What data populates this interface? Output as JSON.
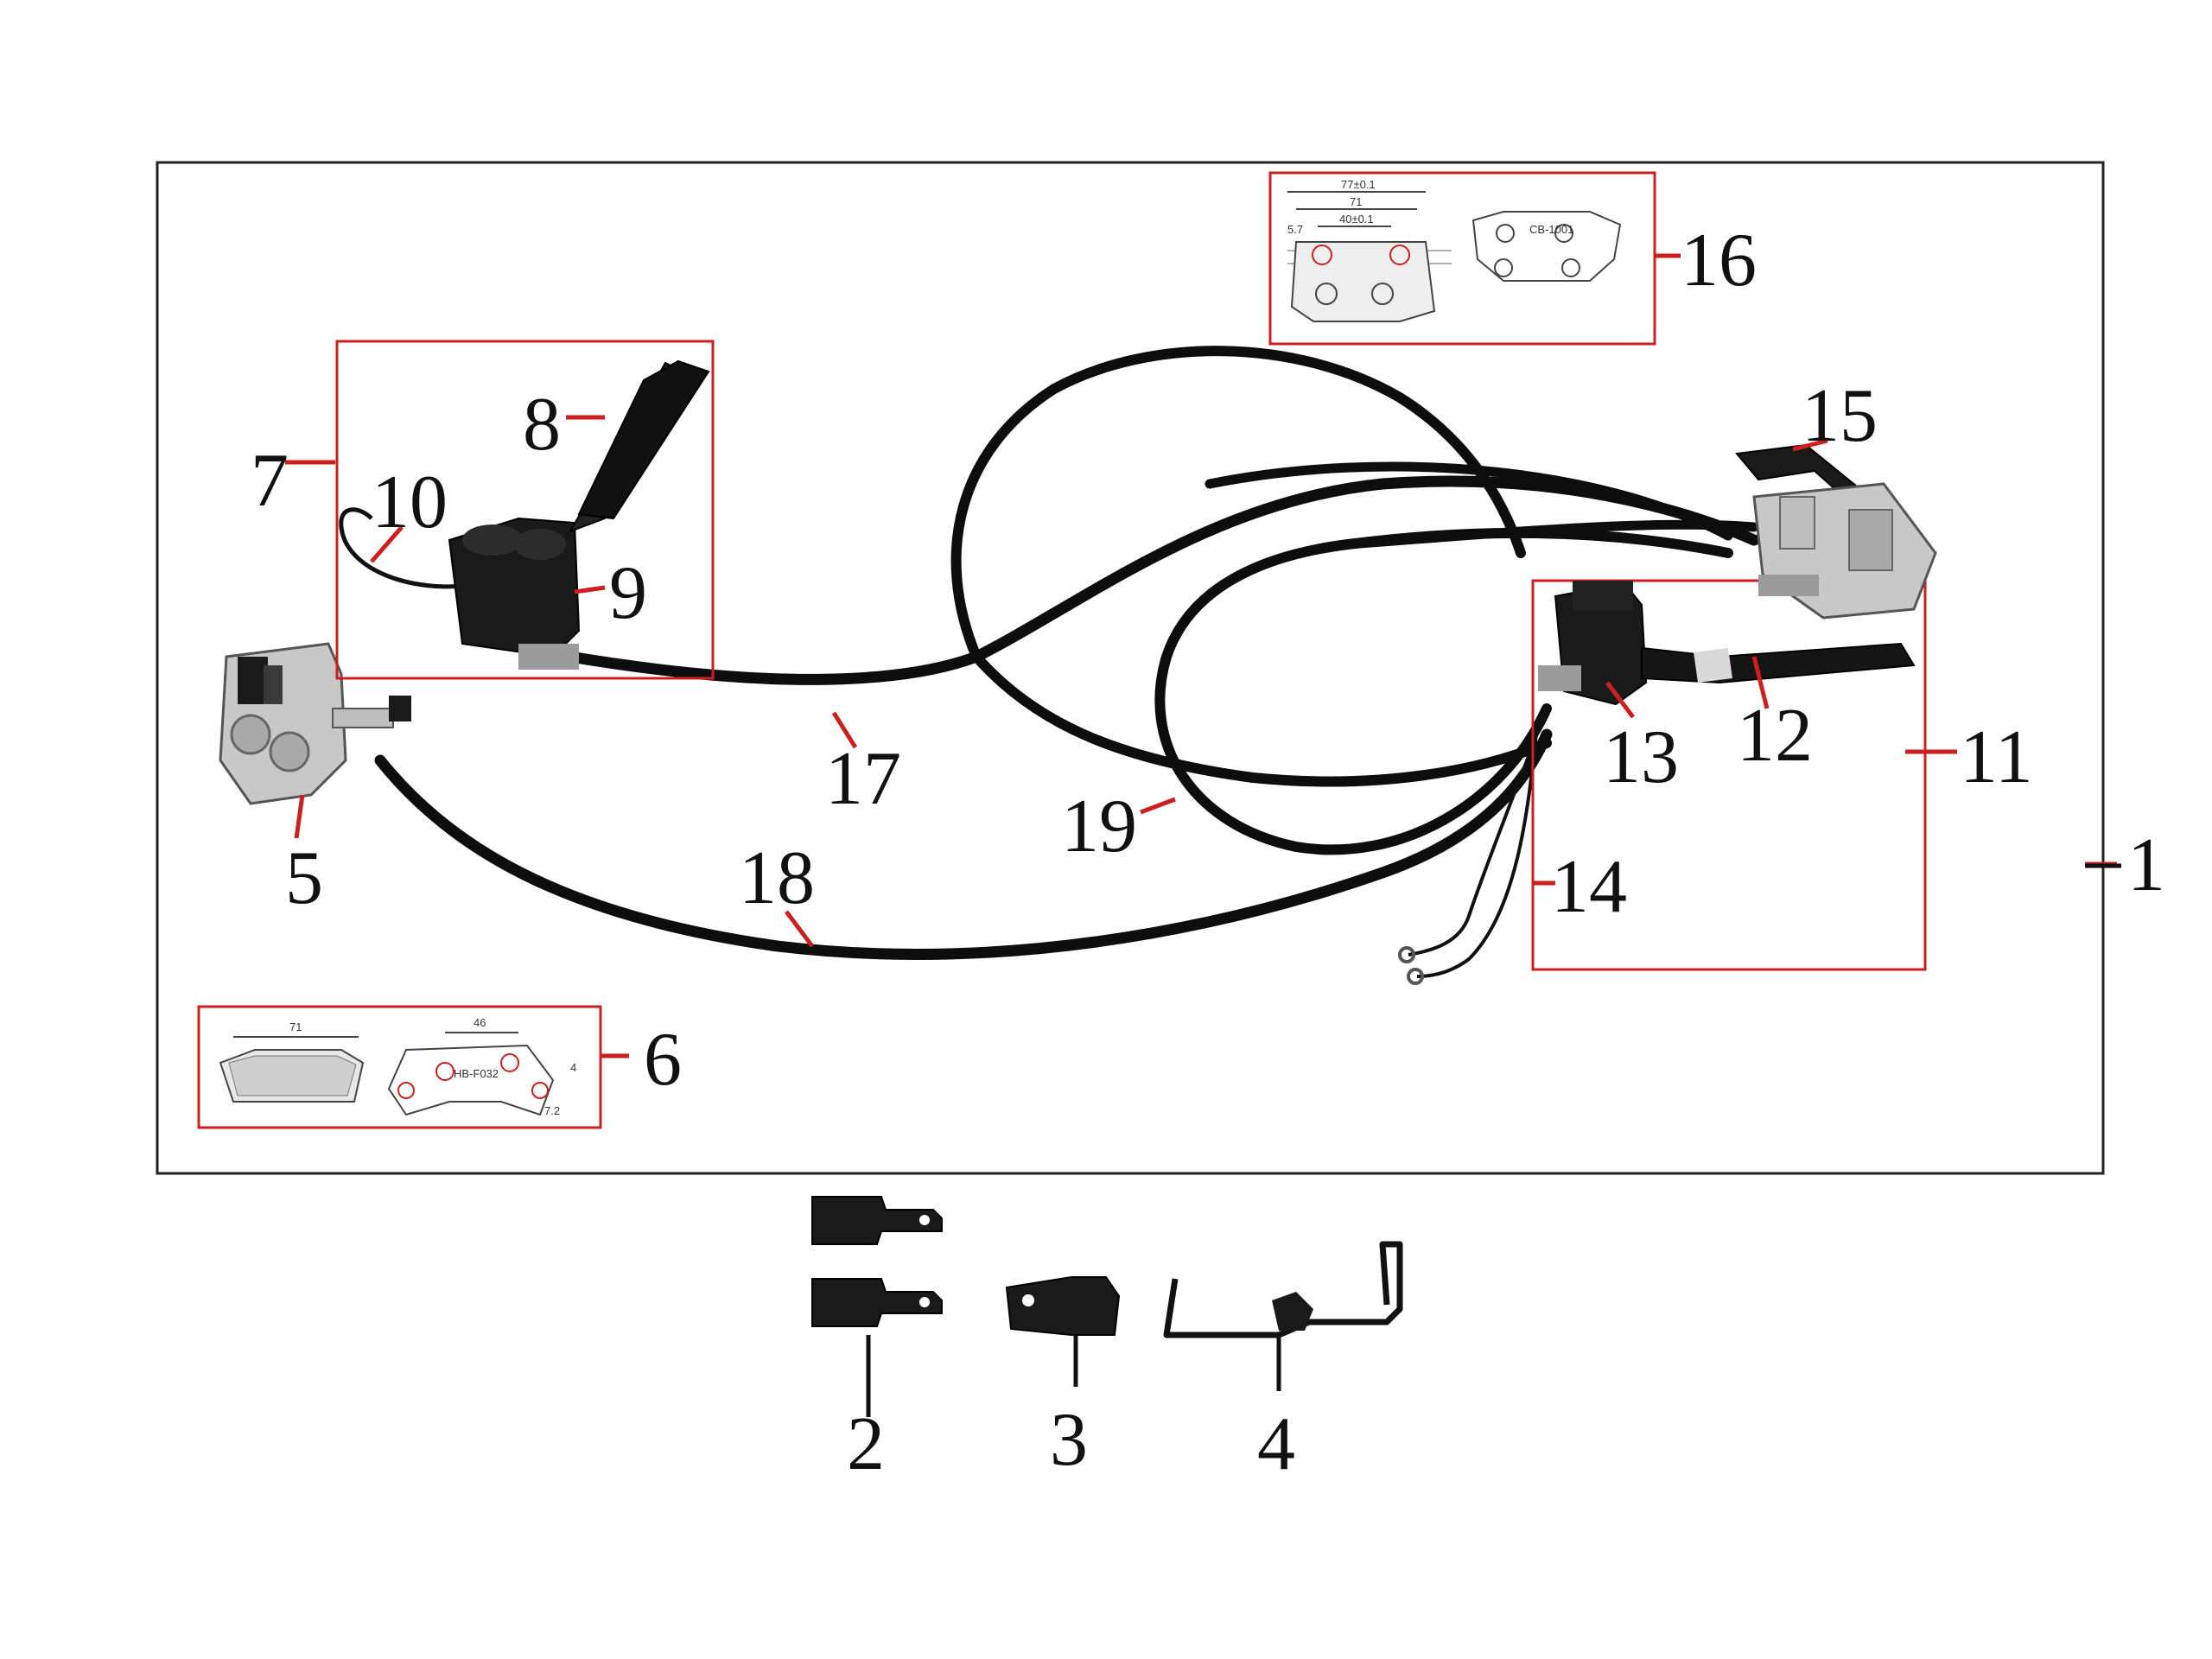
{
  "diagram": {
    "colors": {
      "callout_line": "#cc1f1f",
      "group_box": "#cc1f1f",
      "frame": "#222222",
      "hose": "#0d0d0d",
      "caliper_metal": "#c8c8c8",
      "part_dark": "#1a1a1a"
    },
    "callouts": {
      "c1": "1",
      "c2": "2",
      "c3": "3",
      "c4": "4",
      "c5": "5",
      "c6": "6",
      "c7": "7",
      "c8": "8",
      "c9": "9",
      "c10": "10",
      "c11": "11",
      "c12": "12",
      "c13": "13",
      "c14": "14",
      "c15": "15",
      "c16": "16",
      "c17": "17",
      "c18": "18",
      "c19": "19"
    },
    "pad_drawing_6": {
      "dim_width": "71",
      "dim_hole_spacing": "46",
      "part_code": "HB-F032",
      "dim_side_a": "4",
      "dim_side_b": "7.2"
    },
    "pad_drawing_16": {
      "dim_overall": "77±0.1",
      "dim_width": "71",
      "dim_hole_spacing": "40±0.1",
      "dim_edge": "5.7",
      "part_code": "CB-1001"
    }
  }
}
